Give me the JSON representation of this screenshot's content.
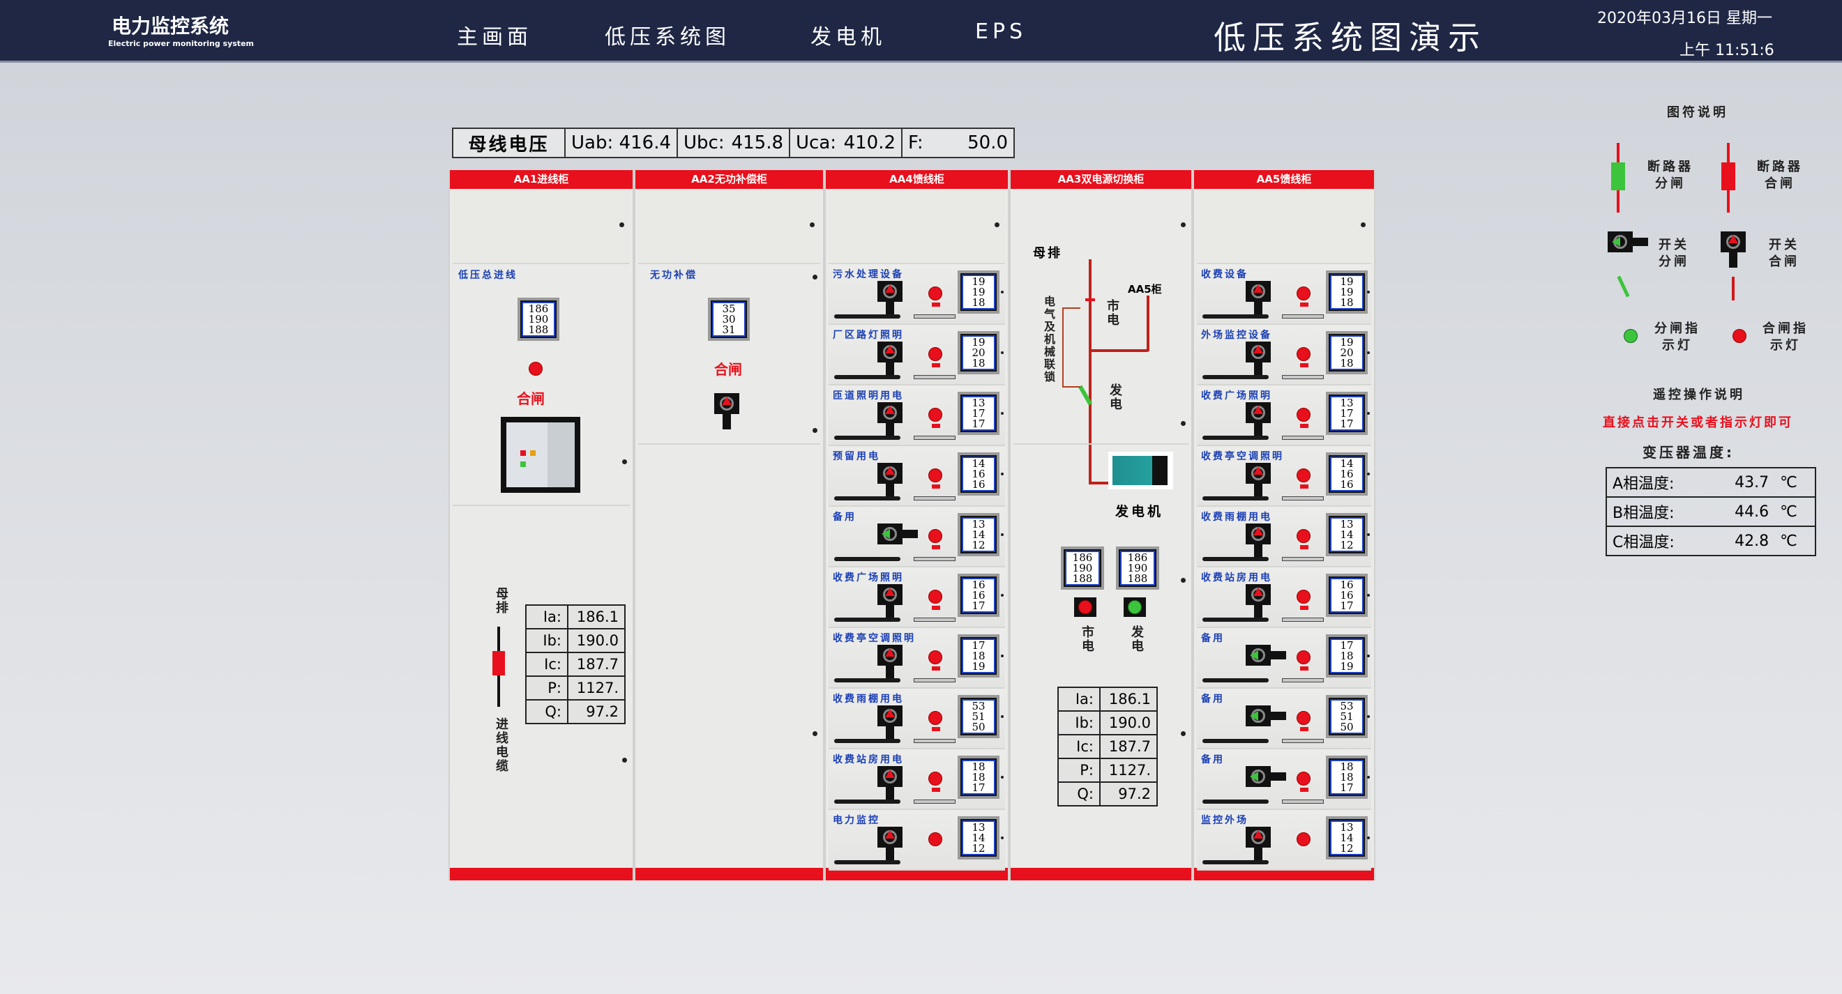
{
  "header": {
    "logo_title": "电力监控系统",
    "logo_subtitle": "Electric power monitoring system",
    "nav": [
      "主画面",
      "低压系统图",
      "发电机",
      "EPS"
    ],
    "page_title": "低压系统图演示",
    "date": "2020年03月16日 星期一",
    "time": "上午 11:51:6"
  },
  "busbar_voltage": {
    "label": "母线电压",
    "uab": "Uab:",
    "uab_val": "416.4",
    "ubc": "Ubc:",
    "ubc_val": "415.8",
    "uca": "Uca:",
    "uca_val": "410.2",
    "f": "F:",
    "f_val": "50.0"
  },
  "cabinets": {
    "aa1": {
      "title": "AA1进线柜",
      "feeder": "低压总进线",
      "meter": [
        "186",
        "190",
        "188"
      ],
      "state": "合闸",
      "busbar": "母排",
      "cable": "进线电缆",
      "readings": [
        [
          "Ia:",
          "186.1"
        ],
        [
          "Ib:",
          "190.0"
        ],
        [
          "Ic:",
          "187.7"
        ],
        [
          "P:",
          "1127."
        ],
        [
          "Q:",
          "97.2"
        ]
      ]
    },
    "aa2": {
      "title": "AA2无功补偿柜",
      "feeder": "无功补偿",
      "meter": [
        "35",
        "30",
        "31"
      ],
      "state": "合闸"
    },
    "aa4": {
      "title": "AA4馈线柜",
      "rows": [
        {
          "label": "污水处理设备",
          "meter": [
            "19",
            "19",
            "18"
          ],
          "closed": true
        },
        {
          "label": "厂区路灯照明",
          "meter": [
            "19",
            "20",
            "18"
          ],
          "closed": true
        },
        {
          "label": "匝道照明用电",
          "meter": [
            "13",
            "17",
            "17"
          ],
          "closed": true
        },
        {
          "label": "预留用电",
          "meter": [
            "14",
            "16",
            "16"
          ],
          "closed": true
        },
        {
          "label": "备用",
          "meter": [
            "13",
            "14",
            "12"
          ],
          "closed": false
        },
        {
          "label": "收费广场照明",
          "meter": [
            "16",
            "16",
            "17"
          ],
          "closed": true
        },
        {
          "label": "收费亭空调照明",
          "meter": [
            "17",
            "18",
            "19"
          ],
          "closed": true
        },
        {
          "label": "收费雨棚用电",
          "meter": [
            "53",
            "51",
            "50"
          ],
          "closed": true
        },
        {
          "label": "收费站房用电",
          "meter": [
            "18",
            "18",
            "17"
          ],
          "closed": true
        },
        {
          "label": "电力监控",
          "meter": [
            "13",
            "14",
            "12"
          ],
          "closed": true
        }
      ]
    },
    "aa3": {
      "title": "AA3双电源切换柜",
      "busbar": "母排",
      "interlock": "电气及机械联锁",
      "aa5_label": "AA5柜",
      "mains": "市电",
      "gen": "发电",
      "generator": "发电机",
      "meter_mains": [
        "186",
        "190",
        "188"
      ],
      "meter_gen": [
        "186",
        "190",
        "188"
      ],
      "readings": [
        [
          "Ia:",
          "186.1"
        ],
        [
          "Ib:",
          "190.0"
        ],
        [
          "Ic:",
          "187.7"
        ],
        [
          "P:",
          "1127."
        ],
        [
          "Q:",
          "97.2"
        ]
      ]
    },
    "aa5": {
      "title": "AA5馈线柜",
      "rows": [
        {
          "label": "收费设备",
          "meter": [
            "19",
            "19",
            "18"
          ],
          "closed": true
        },
        {
          "label": "外场监控设备",
          "meter": [
            "19",
            "20",
            "18"
          ],
          "closed": true
        },
        {
          "label": "收费广场照明",
          "meter": [
            "13",
            "17",
            "17"
          ],
          "closed": true
        },
        {
          "label": "收费亭空调照明",
          "meter": [
            "14",
            "16",
            "16"
          ],
          "closed": true
        },
        {
          "label": "收费雨棚用电",
          "meter": [
            "13",
            "14",
            "12"
          ],
          "closed": true
        },
        {
          "label": "收费站房用电",
          "meter": [
            "16",
            "16",
            "17"
          ],
          "closed": true
        },
        {
          "label": "备用",
          "meter": [
            "17",
            "18",
            "19"
          ],
          "closed": false
        },
        {
          "label": "备用",
          "meter": [
            "53",
            "51",
            "50"
          ],
          "closed": false
        },
        {
          "label": "备用",
          "meter": [
            "18",
            "18",
            "17"
          ],
          "closed": false
        },
        {
          "label": "监控外场",
          "meter": [
            "13",
            "14",
            "12"
          ],
          "closed": true
        }
      ]
    }
  },
  "legend": {
    "title": "图符说明",
    "breaker_open": "断路器分闸",
    "breaker_closed": "断路器合闸",
    "switch_open": "开关分闸",
    "switch_closed": "开关合闸",
    "light_open": "分闸指示灯",
    "light_closed": "合闸指示灯",
    "remote_title": "遥控操作说明",
    "remote_note": "直接点击开关或者指示灯即可",
    "temp_title": "变压器温度:",
    "temps": [
      [
        "A相温度:",
        "43.7",
        "℃"
      ],
      [
        "B相温度:",
        "44.6",
        "℃"
      ],
      [
        "C相温度:",
        "42.8",
        "℃"
      ]
    ]
  },
  "colors": {
    "header": "#1f2745",
    "red": "#e8101c",
    "green": "#3cc43c",
    "label_blue": "#1a3fb5"
  }
}
